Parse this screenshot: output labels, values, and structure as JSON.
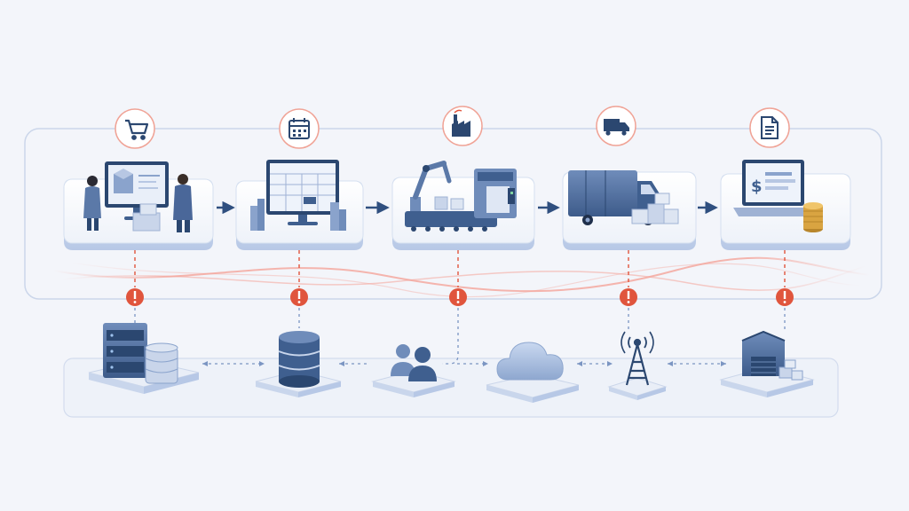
{
  "colors": {
    "background": "#f3f5fa",
    "primary": "#3f5f8f",
    "primary_dark": "#2b4770",
    "accent_red": "#e0553d",
    "flow_arrow": "#2f4f7f",
    "connector": "#7b95c2",
    "platform": "#ffffff",
    "platform_edge": "#c9d6ec",
    "coins": "#d9a441"
  },
  "process_stages": [
    {
      "name": "order",
      "badge_icon": "shopping-cart-icon",
      "scene_icon": "people-at-monitor-icon"
    },
    {
      "name": "planning",
      "badge_icon": "calendar-icon",
      "scene_icon": "schedule-monitor-icon"
    },
    {
      "name": "production",
      "badge_icon": "factory-icon",
      "scene_icon": "robot-arm-conveyor-icon"
    },
    {
      "name": "shipping",
      "badge_icon": "delivery-truck-icon",
      "scene_icon": "box-truck-icon"
    },
    {
      "name": "invoicing",
      "badge_icon": "document-icon",
      "scene_icon": "laptop-invoice-icon"
    }
  ],
  "system_nodes": [
    {
      "name": "server-rack",
      "icon": "server-rack-icon"
    },
    {
      "name": "database",
      "icon": "database-icon"
    },
    {
      "name": "users",
      "icon": "users-icon"
    },
    {
      "name": "cloud",
      "icon": "cloud-icon"
    },
    {
      "name": "cell-tower",
      "icon": "antenna-tower-icon"
    },
    {
      "name": "warehouse",
      "icon": "warehouse-icon"
    }
  ],
  "alert_markers": [
    {
      "icon": "exclamation-alert-icon",
      "severity": "warning"
    },
    {
      "icon": "exclamation-alert-icon",
      "severity": "warning"
    },
    {
      "icon": "exclamation-alert-icon",
      "severity": "warning"
    },
    {
      "icon": "exclamation-alert-icon",
      "severity": "warning"
    },
    {
      "icon": "exclamation-alert-icon",
      "severity": "warning"
    }
  ]
}
